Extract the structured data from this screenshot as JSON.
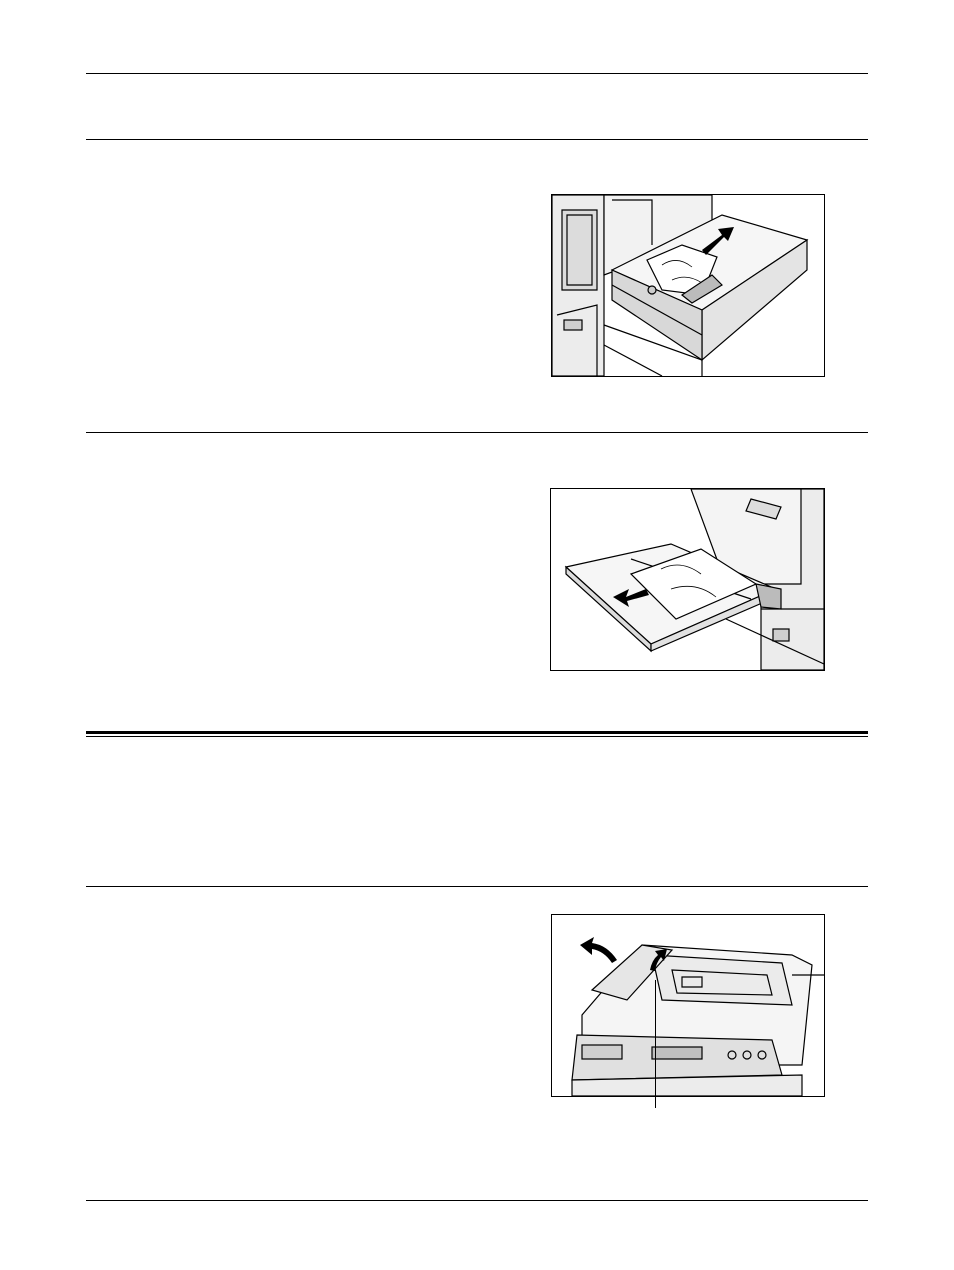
{
  "page": {
    "background": "#ffffff",
    "ink": "#000000"
  },
  "figures": [
    {
      "id": "fig-tray-jam",
      "subject": "paper-tray-pulled-out-with-jammed-paper",
      "arrow": "push-tray-in"
    },
    {
      "id": "fig-bypass-jam",
      "subject": "bypass-tray-with-jammed-paper",
      "arrow": "pull-paper-out"
    },
    {
      "id": "fig-feeder-jam",
      "subject": "document-feeder-cover-open",
      "arrow": "lift-cover"
    }
  ]
}
